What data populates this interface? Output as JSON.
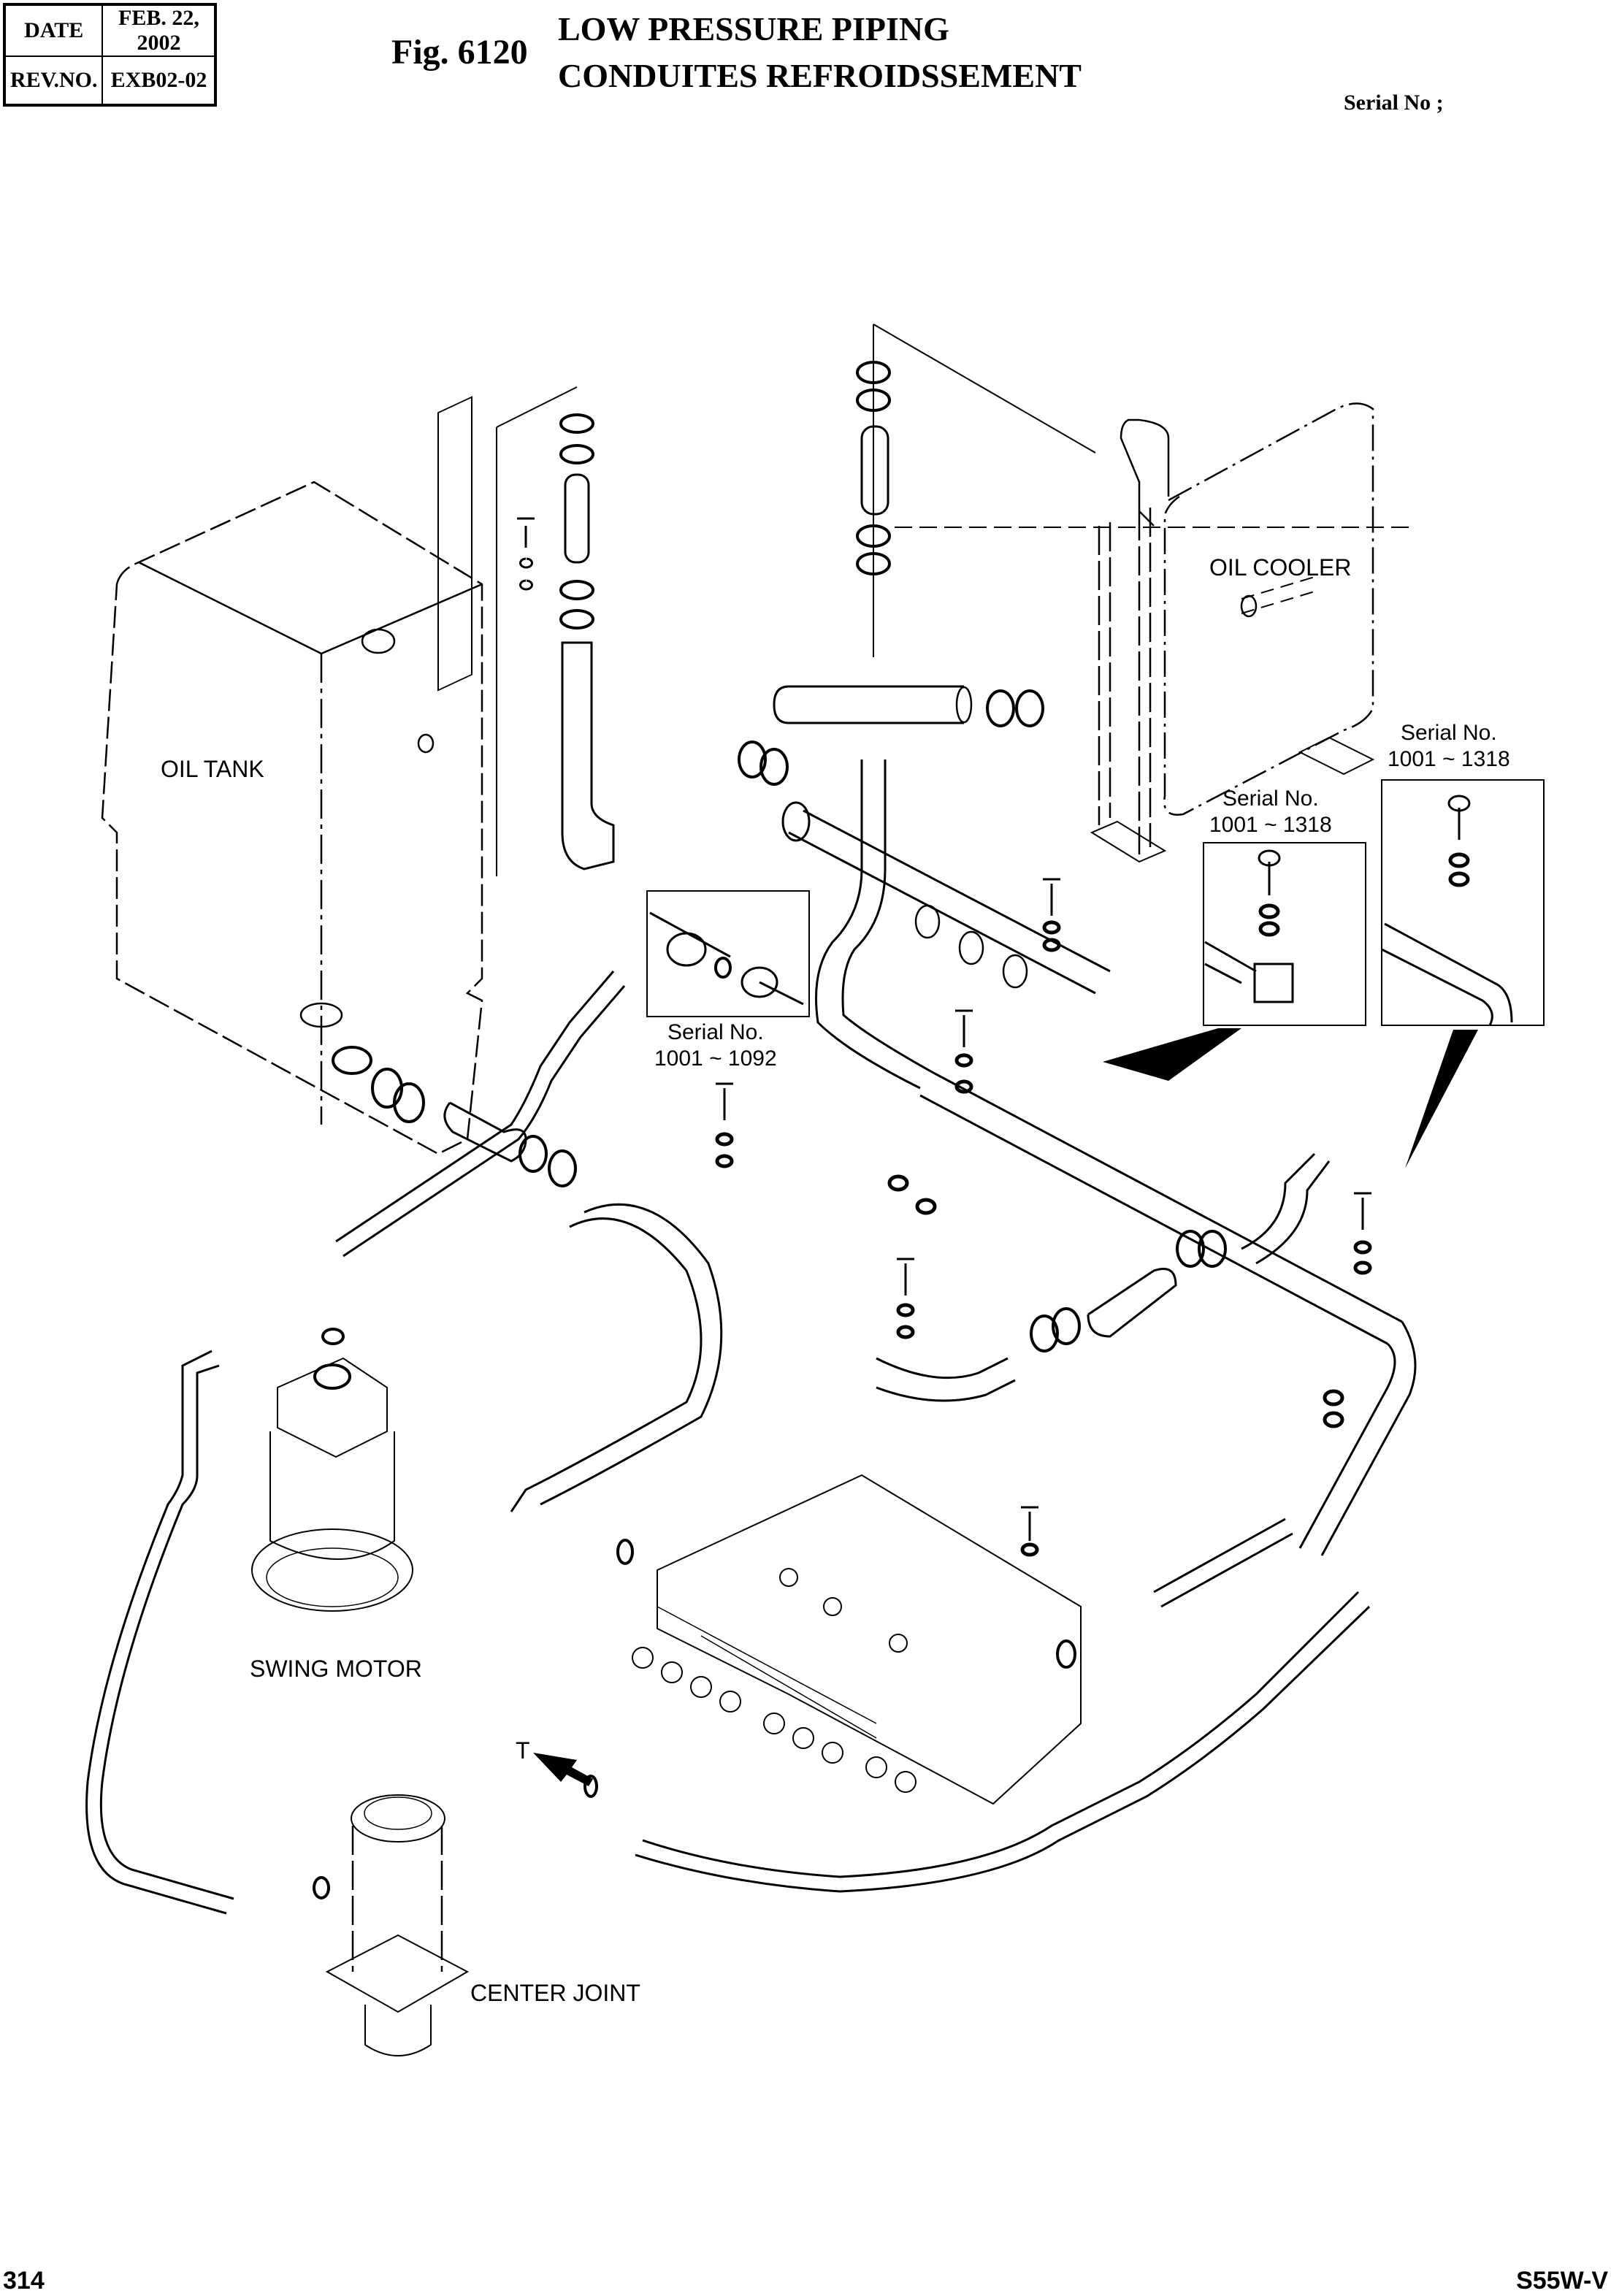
{
  "header": {
    "date_label": "DATE",
    "date_value": "FEB. 22, 2002",
    "rev_label": "REV.NO.",
    "rev_value": "EXB02-02",
    "figure_number": "Fig. 6120",
    "title_en": "LOW PRESSURE PIPING",
    "title_fr": "CONDUITES REFROIDSSEMENT",
    "serial_label": "Serial No ;"
  },
  "components": {
    "oil_tank": "OIL TANK",
    "oil_cooler": "OIL COOLER",
    "swing_motor": "SWING MOTOR",
    "center_joint": "CENTER JOINT",
    "tank_return_marker": "T"
  },
  "serial_notes": [
    {
      "label": "Serial No.",
      "range": "1001 ~ 1092"
    },
    {
      "label": "Serial No.",
      "range": "1001 ~ 1318"
    },
    {
      "label": "Serial No.",
      "range": "1001 ~ 1318"
    }
  ],
  "footer": {
    "page_number": "314",
    "model": "S55W-V"
  }
}
